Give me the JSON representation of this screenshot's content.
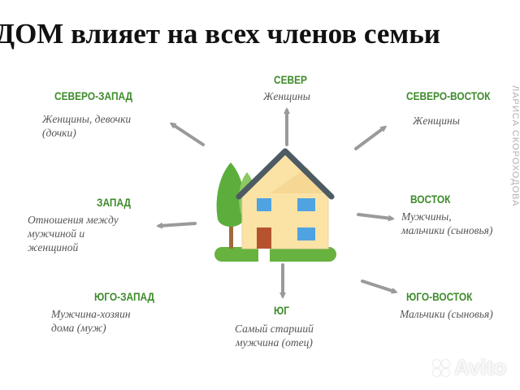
{
  "title": "ДОМ влияет на всех членов семьи",
  "colors": {
    "direction_label": "#3d8b2a",
    "description_text": "#555555",
    "arrow": "#9a9a9a",
    "house_wall": "#fbe3a6",
    "roof": "#4d5b63",
    "window": "#4fa3e0",
    "door": "#b5532f",
    "tree": "#5cae3c",
    "grass": "#68b23f"
  },
  "directions": {
    "north": {
      "label": "СЕВЕР",
      "text": "Женщины"
    },
    "northwest": {
      "label": "СЕВЕРО-ЗАПАД",
      "text": "Женщины, девочки\n(дочки)"
    },
    "northeast": {
      "label": "СЕВЕРО-ВОСТОК",
      "text": "Женщины"
    },
    "west": {
      "label": "ЗАПАД",
      "text": "Отношения между\nмужчиной и\nженщиной"
    },
    "east": {
      "label": "ВОСТОК",
      "text": "Мужчины,\nмальчики (сыновья)"
    },
    "southwest": {
      "label": "ЮГО-ЗАПАД",
      "text": "Мужчина-хозяин\nдома (муж)"
    },
    "south": {
      "label": "ЮГ",
      "text": "Самый старший\nмужчина (отец)"
    },
    "southeast": {
      "label": "ЮГО-ВОСТОК",
      "text": "Мальчики (сыновья)"
    }
  },
  "side_credit": "ЛАРИСА СКОРОХОДОВА",
  "watermark": "Avito",
  "icons": [
    "house-icon",
    "tree-icon",
    "arrow-icon",
    "avito-logo"
  ]
}
